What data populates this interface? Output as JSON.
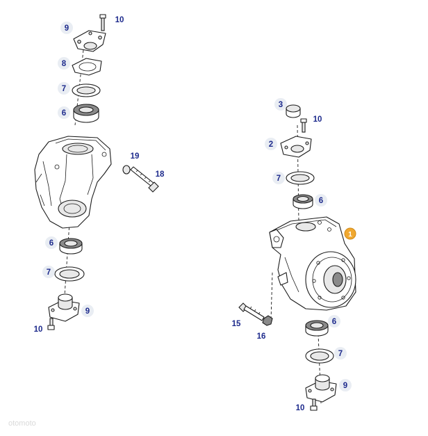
{
  "callouts": {
    "c1": "10",
    "c2": "9",
    "c3": "8",
    "c4": "7",
    "c5": "6",
    "c6": "19",
    "c7": "18",
    "c8": "6",
    "c9": "7",
    "c10": "9",
    "c11": "10",
    "c12": "3",
    "c13": "10",
    "c14": "2",
    "c15": "7",
    "c16": "6",
    "c17": "1",
    "c18": "15",
    "c19": "16",
    "c20": "6",
    "c21": "7",
    "c22": "9",
    "c23": "10"
  },
  "watermark": "otomoto"
}
